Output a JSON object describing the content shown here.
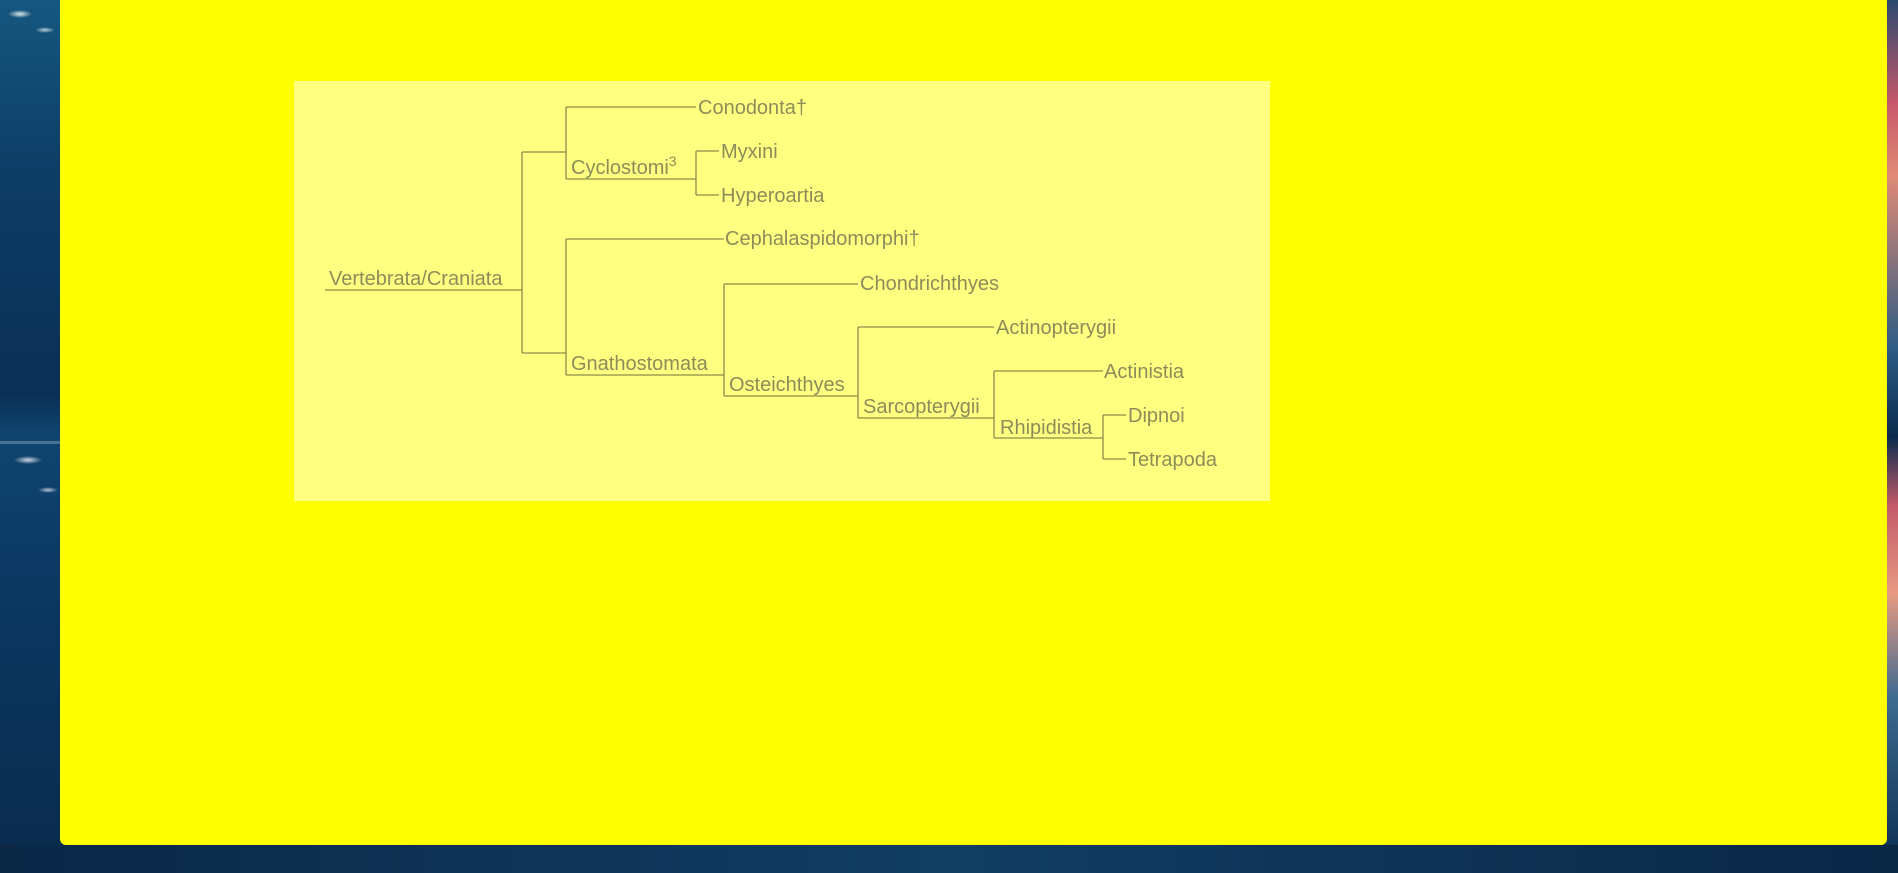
{
  "cladogram": {
    "root": "Vertebrata/Craniata",
    "nodes": {
      "conodonta": "Conodonta†",
      "cyclostomi": "Cyclostomi",
      "cyclostomi_note": "3",
      "myxini": "Myxini",
      "hyperoartia": "Hyperoartia",
      "cephalaspidomorphi": "Cephalaspidomorphi†",
      "gnathostomata": "Gnathostomata",
      "chondrichthyes": "Chondrichthyes",
      "osteichthyes": "Osteichthyes",
      "actinopterygii": "Actinopterygii",
      "sarcopterygii": "Sarcopterygii",
      "actinistia": "Actinistia",
      "rhipidistia": "Rhipidistia",
      "dipnoi": "Dipnoi",
      "tetrapoda": "Tetrapoda"
    },
    "tree": {
      "name": "Vertebrata/Craniata",
      "children": [
        {
          "name": "",
          "children": [
            {
              "name": "Conodonta†"
            },
            {
              "name": "Cyclostomi",
              "children": [
                {
                  "name": "Myxini"
                },
                {
                  "name": "Hyperoartia"
                }
              ]
            }
          ]
        },
        {
          "name": "",
          "children": [
            {
              "name": "Cephalaspidomorphi†"
            },
            {
              "name": "Gnathostomata",
              "children": [
                {
                  "name": "Chondrichthyes"
                },
                {
                  "name": "Osteichthyes",
                  "children": [
                    {
                      "name": "Actinopterygii"
                    },
                    {
                      "name": "Sarcopterygii",
                      "children": [
                        {
                          "name": "Actinistia"
                        },
                        {
                          "name": "Rhipidistia",
                          "children": [
                            {
                              "name": "Dipnoi"
                            },
                            {
                              "name": "Tetrapoda"
                            }
                          ]
                        }
                      ]
                    }
                  ]
                }
              ]
            }
          ]
        }
      ]
    }
  },
  "colors": {
    "panel_background": "#ffff00",
    "tree_background": "#ffff80",
    "line_color": "#8c8c4e",
    "label_color": "#8c8c5a"
  }
}
